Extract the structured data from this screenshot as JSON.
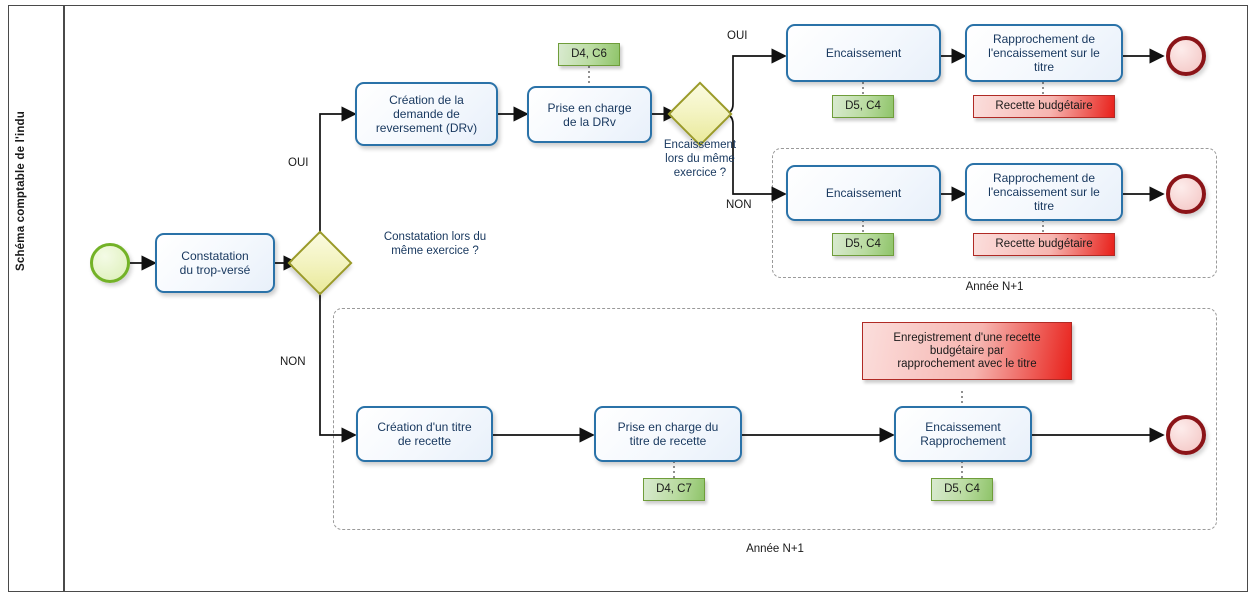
{
  "diagram": {
    "lane_title": "Schéma comptable de l'indu",
    "events": {
      "start_name": "start-event",
      "end_name": "end-event"
    },
    "tasks": [
      {
        "id": "t1",
        "label": "Constatation\ndu trop-versé"
      },
      {
        "id": "t2",
        "label": "Création de la\ndemande de\nreversement (DRv)"
      },
      {
        "id": "t3",
        "label": "Prise en charge\nde la DRv"
      },
      {
        "id": "t4",
        "label": "Encaissement"
      },
      {
        "id": "t5",
        "label": "Rapprochement de\nl'encaissement sur le\ntitre"
      },
      {
        "id": "t6",
        "label": "Encaissement"
      },
      {
        "id": "t7",
        "label": "Rapprochement de\nl'encaissement sur le\ntitre"
      },
      {
        "id": "t8",
        "label": "Création d'un titre\nde recette"
      },
      {
        "id": "t9",
        "label": "Prise en charge du\ntitre de recette"
      },
      {
        "id": "t10",
        "label": "Encaissement\nRapprochement"
      }
    ],
    "gateways": [
      {
        "id": "g1",
        "question": "Constatation lors du\nmême exercice ?"
      },
      {
        "id": "g2",
        "question": "Encaissement\nlors du même\nexercice ?"
      }
    ],
    "flow_labels": {
      "g1_yes": "OUI",
      "g1_no": "NON",
      "g2_yes": "OUI",
      "g2_no": "NON"
    },
    "annotations": [
      {
        "id": "a1",
        "text": "D4, C6",
        "kind": "green"
      },
      {
        "id": "a2",
        "text": "D5, C4",
        "kind": "green"
      },
      {
        "id": "a3",
        "text": "Recette budgétaire",
        "kind": "red"
      },
      {
        "id": "a4",
        "text": "D5, C4",
        "kind": "green"
      },
      {
        "id": "a5",
        "text": "Recette budgétaire",
        "kind": "red"
      },
      {
        "id": "a6",
        "text": "Enregistrement d'une recette\nbudgétaire par\nrapprochement avec le titre",
        "kind": "red"
      },
      {
        "id": "a7",
        "text": "D4, C7",
        "kind": "green"
      },
      {
        "id": "a8",
        "text": "D5, C4",
        "kind": "green"
      }
    ],
    "groups": [
      {
        "id": "grp1",
        "label": "Année N+1"
      },
      {
        "id": "grp2",
        "label": "Année N+1"
      }
    ],
    "colors": {
      "task_border": "#2a72a8",
      "task_text": "#17375e",
      "gateway_border": "#9a9a28",
      "gateway_fill": "#f3f3c0",
      "start_border": "#73b227",
      "end_border": "#8b1418",
      "chip_green_border": "#6f9d3a",
      "chip_red_border": "#b02a25",
      "frame": "#4a4a4a",
      "connector": "#1a1a1a"
    }
  }
}
